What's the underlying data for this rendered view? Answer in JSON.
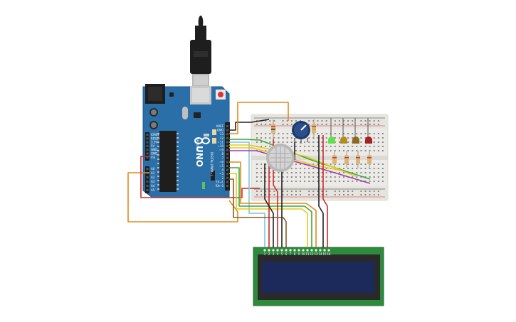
{
  "board": {
    "brand": "ARDUINO",
    "model": "UNO",
    "pin_labels_power": [
      "IOREF",
      "RESET",
      "3.3V",
      "5V",
      "GND",
      "GND",
      "Vin"
    ],
    "pin_labels_analog": [
      "A0",
      "A1",
      "A2",
      "A3",
      "A4",
      "A5"
    ],
    "pin_labels_digital": [
      "AREF",
      "GND",
      "13",
      "12",
      "~11",
      "~10",
      "~9",
      "8",
      "7",
      "~6",
      "~5",
      "4",
      "~3",
      "2",
      "TX→1",
      "RX←0"
    ],
    "side_labels": [
      "DIGITAL (PWM~)",
      "ANALOG IN",
      "POWER"
    ],
    "led_labels": [
      "L",
      "TX",
      "RX",
      "ON"
    ]
  },
  "lcd": {
    "pin_numbers": [
      "1",
      "2",
      "3",
      "4",
      "5",
      "6",
      "7",
      "8",
      "9",
      "10",
      "11",
      "12",
      "13",
      "14",
      "15",
      "16"
    ]
  },
  "colors": {
    "board": "#2a6fa8",
    "breadboard": "#eceae6",
    "lcd_pcb": "#2e8b3e",
    "lcd_screen": "#1b2a5a",
    "wire_orange": "#e08a1e",
    "wire_red": "#cc2a2a",
    "wire_black": "#222222",
    "wire_green": "#3aa83a",
    "wire_yellow": "#e6c81e",
    "wire_purple": "#a63ab0",
    "wire_lightblue": "#7fc6d8",
    "wire_brown": "#8a5a2a"
  },
  "leds": [
    "green",
    "yellow",
    "amber",
    "red"
  ],
  "icons": [
    "usb-cable-icon",
    "potentiometer-icon",
    "gas-sensor-icon",
    "reset-button-icon"
  ]
}
